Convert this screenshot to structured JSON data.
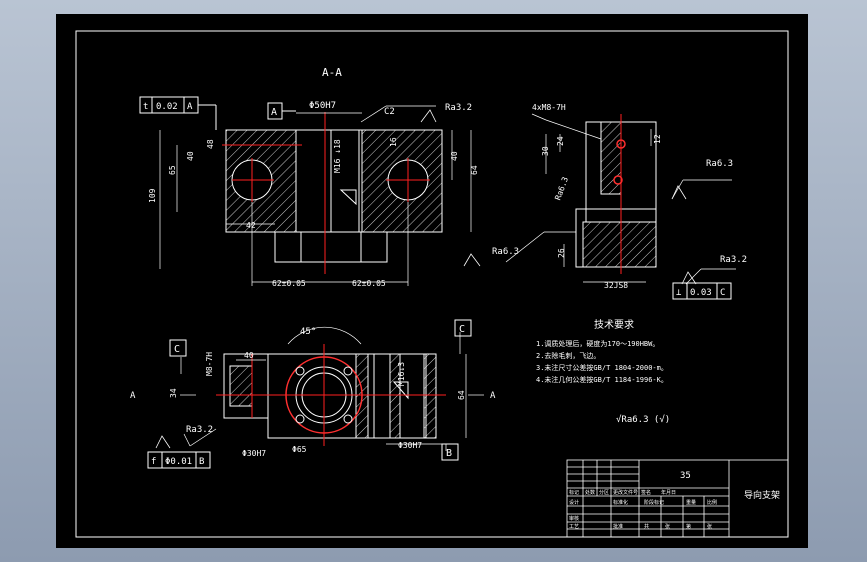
{
  "drawing": {
    "section_title": "A-A",
    "tolerance_top": {
      "symbol": "t",
      "value": "0.02",
      "datum": "A"
    },
    "datum_a": "A",
    "dim_bore_top": "Φ50H7",
    "chamfer": "C2",
    "rough_top": "Ra3.2",
    "dim_16": "16",
    "dim_40r": "40",
    "dim_64r": "64",
    "dim_48": "48",
    "dim_40l": "40",
    "dim_65": "65",
    "dim_109": "109",
    "dim_42": "42",
    "dim_M16": "M16 ↓18",
    "dim_62a": "62±0.05",
    "dim_62b": "62±0.05",
    "side": {
      "thread": "4xM8-7H",
      "dim_12": "12",
      "dim_30": "30",
      "dim_24": "24",
      "rough_right": "Ra6.3",
      "rough_left": "Ra6.3",
      "rough_bottom_left": "Ra6.3",
      "dim_26": "26",
      "dim_32": "32JS8",
      "rough_br": "Ra3.2",
      "tolerance": {
        "symbol": "⊥",
        "value": "0.03",
        "datum": "C"
      }
    },
    "plan": {
      "angle": "45°",
      "datum_c_left": "C",
      "datum_c_right": "C",
      "thread": "M8-7H",
      "dim_40": "40",
      "dim_34": "34",
      "dim_64": "64",
      "dim_M16": "M16↓3",
      "section_a_left": "A",
      "section_a_right": "A",
      "rough": "Ra3.2",
      "tolerance": {
        "symbol": "f",
        "value": "Φ0.01",
        "datum": "B"
      },
      "dim_30h7_left": "Φ30H7",
      "dim_65": "Φ65",
      "dim_30h7_right": "Φ30H7",
      "datum_b": "B"
    },
    "notes": {
      "title": "技术要求",
      "items": [
        "1.调质处理后，硬度为170～190HBW。",
        "2.去除毛刺，飞边。",
        "3.未注尺寸公差按GB/T 1804-2000-m。",
        "4.未注几何公差按GB/T 1184-1996-K。"
      ],
      "rough_general": "√Ra6.3 (√)"
    },
    "title_block": {
      "material": "35",
      "part_name": "导向支架",
      "labels": [
        "标记",
        "处数",
        "分区",
        "更改文件号",
        "签名",
        "年月日",
        "设计",
        "标准化",
        "阶段标记",
        "重量",
        "比例",
        "审核",
        "工艺",
        "批准",
        "共",
        "张",
        "第",
        "张"
      ]
    }
  },
  "colors": {
    "outline": "#ffffff",
    "center": "#ff2020",
    "hatch": "#ffffff",
    "dim": "#ffffff",
    "highlight": "#ff3030"
  }
}
